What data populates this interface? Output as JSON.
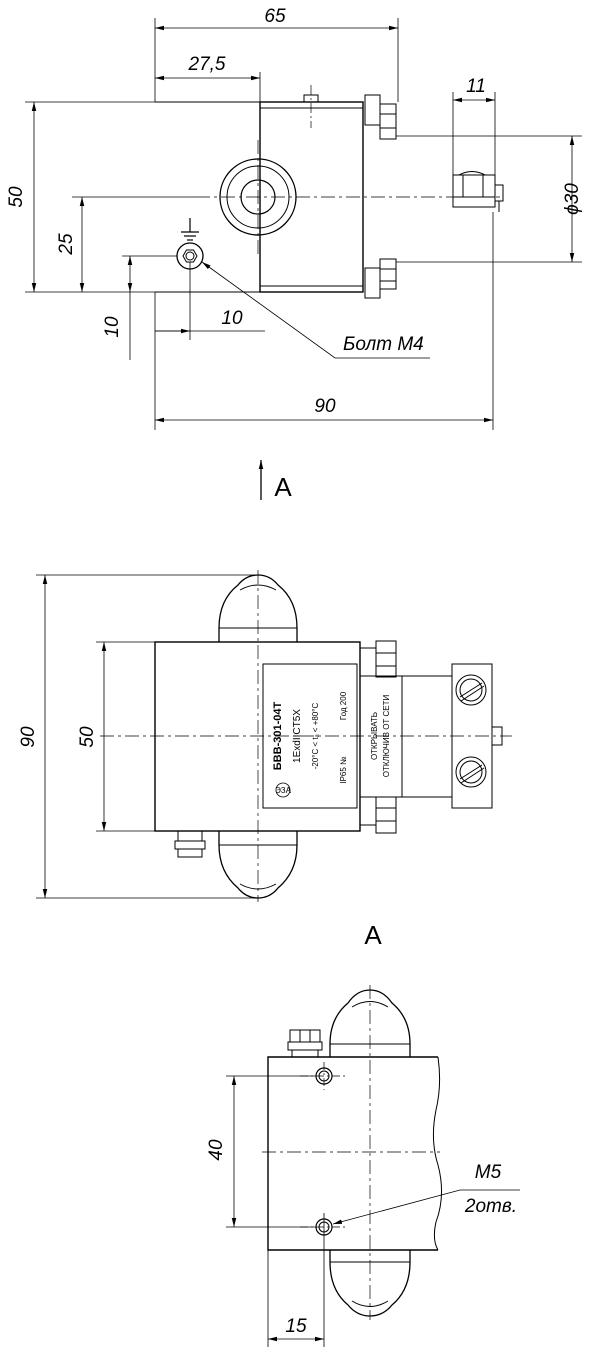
{
  "colors": {
    "line": "#000000",
    "background": "#ffffff"
  },
  "top_view": {
    "dimensions": {
      "width_65": "65",
      "offset_27_5": "27,5",
      "width_11": "11",
      "height_50": "50",
      "height_25": "25",
      "height_10": "10",
      "offset_10": "10",
      "diameter_30": "ϕ30",
      "overall_90": "90"
    },
    "callout_bolt": "Болт М4",
    "view_arrow_label": "А"
  },
  "front_view": {
    "dimensions": {
      "height_90": "90",
      "height_50": "50"
    },
    "nameplate": {
      "model": "БВВ-301-04Т",
      "marking": "1ExdIICT5X",
      "temperature": "-20°C < tₐ < +80°C",
      "protection": "IP65 №",
      "year": "Год 200",
      "warning_line1": "ОТКРЫВАТЬ",
      "warning_line2": "ОТКЛЮЧИВ ОТ СЕТИ",
      "logo": "ЭЗА"
    }
  },
  "view_a": {
    "title": "А",
    "dimensions": {
      "height_40": "40",
      "offset_15": "15"
    },
    "callout_thread": "М5",
    "callout_count": "2отв."
  }
}
